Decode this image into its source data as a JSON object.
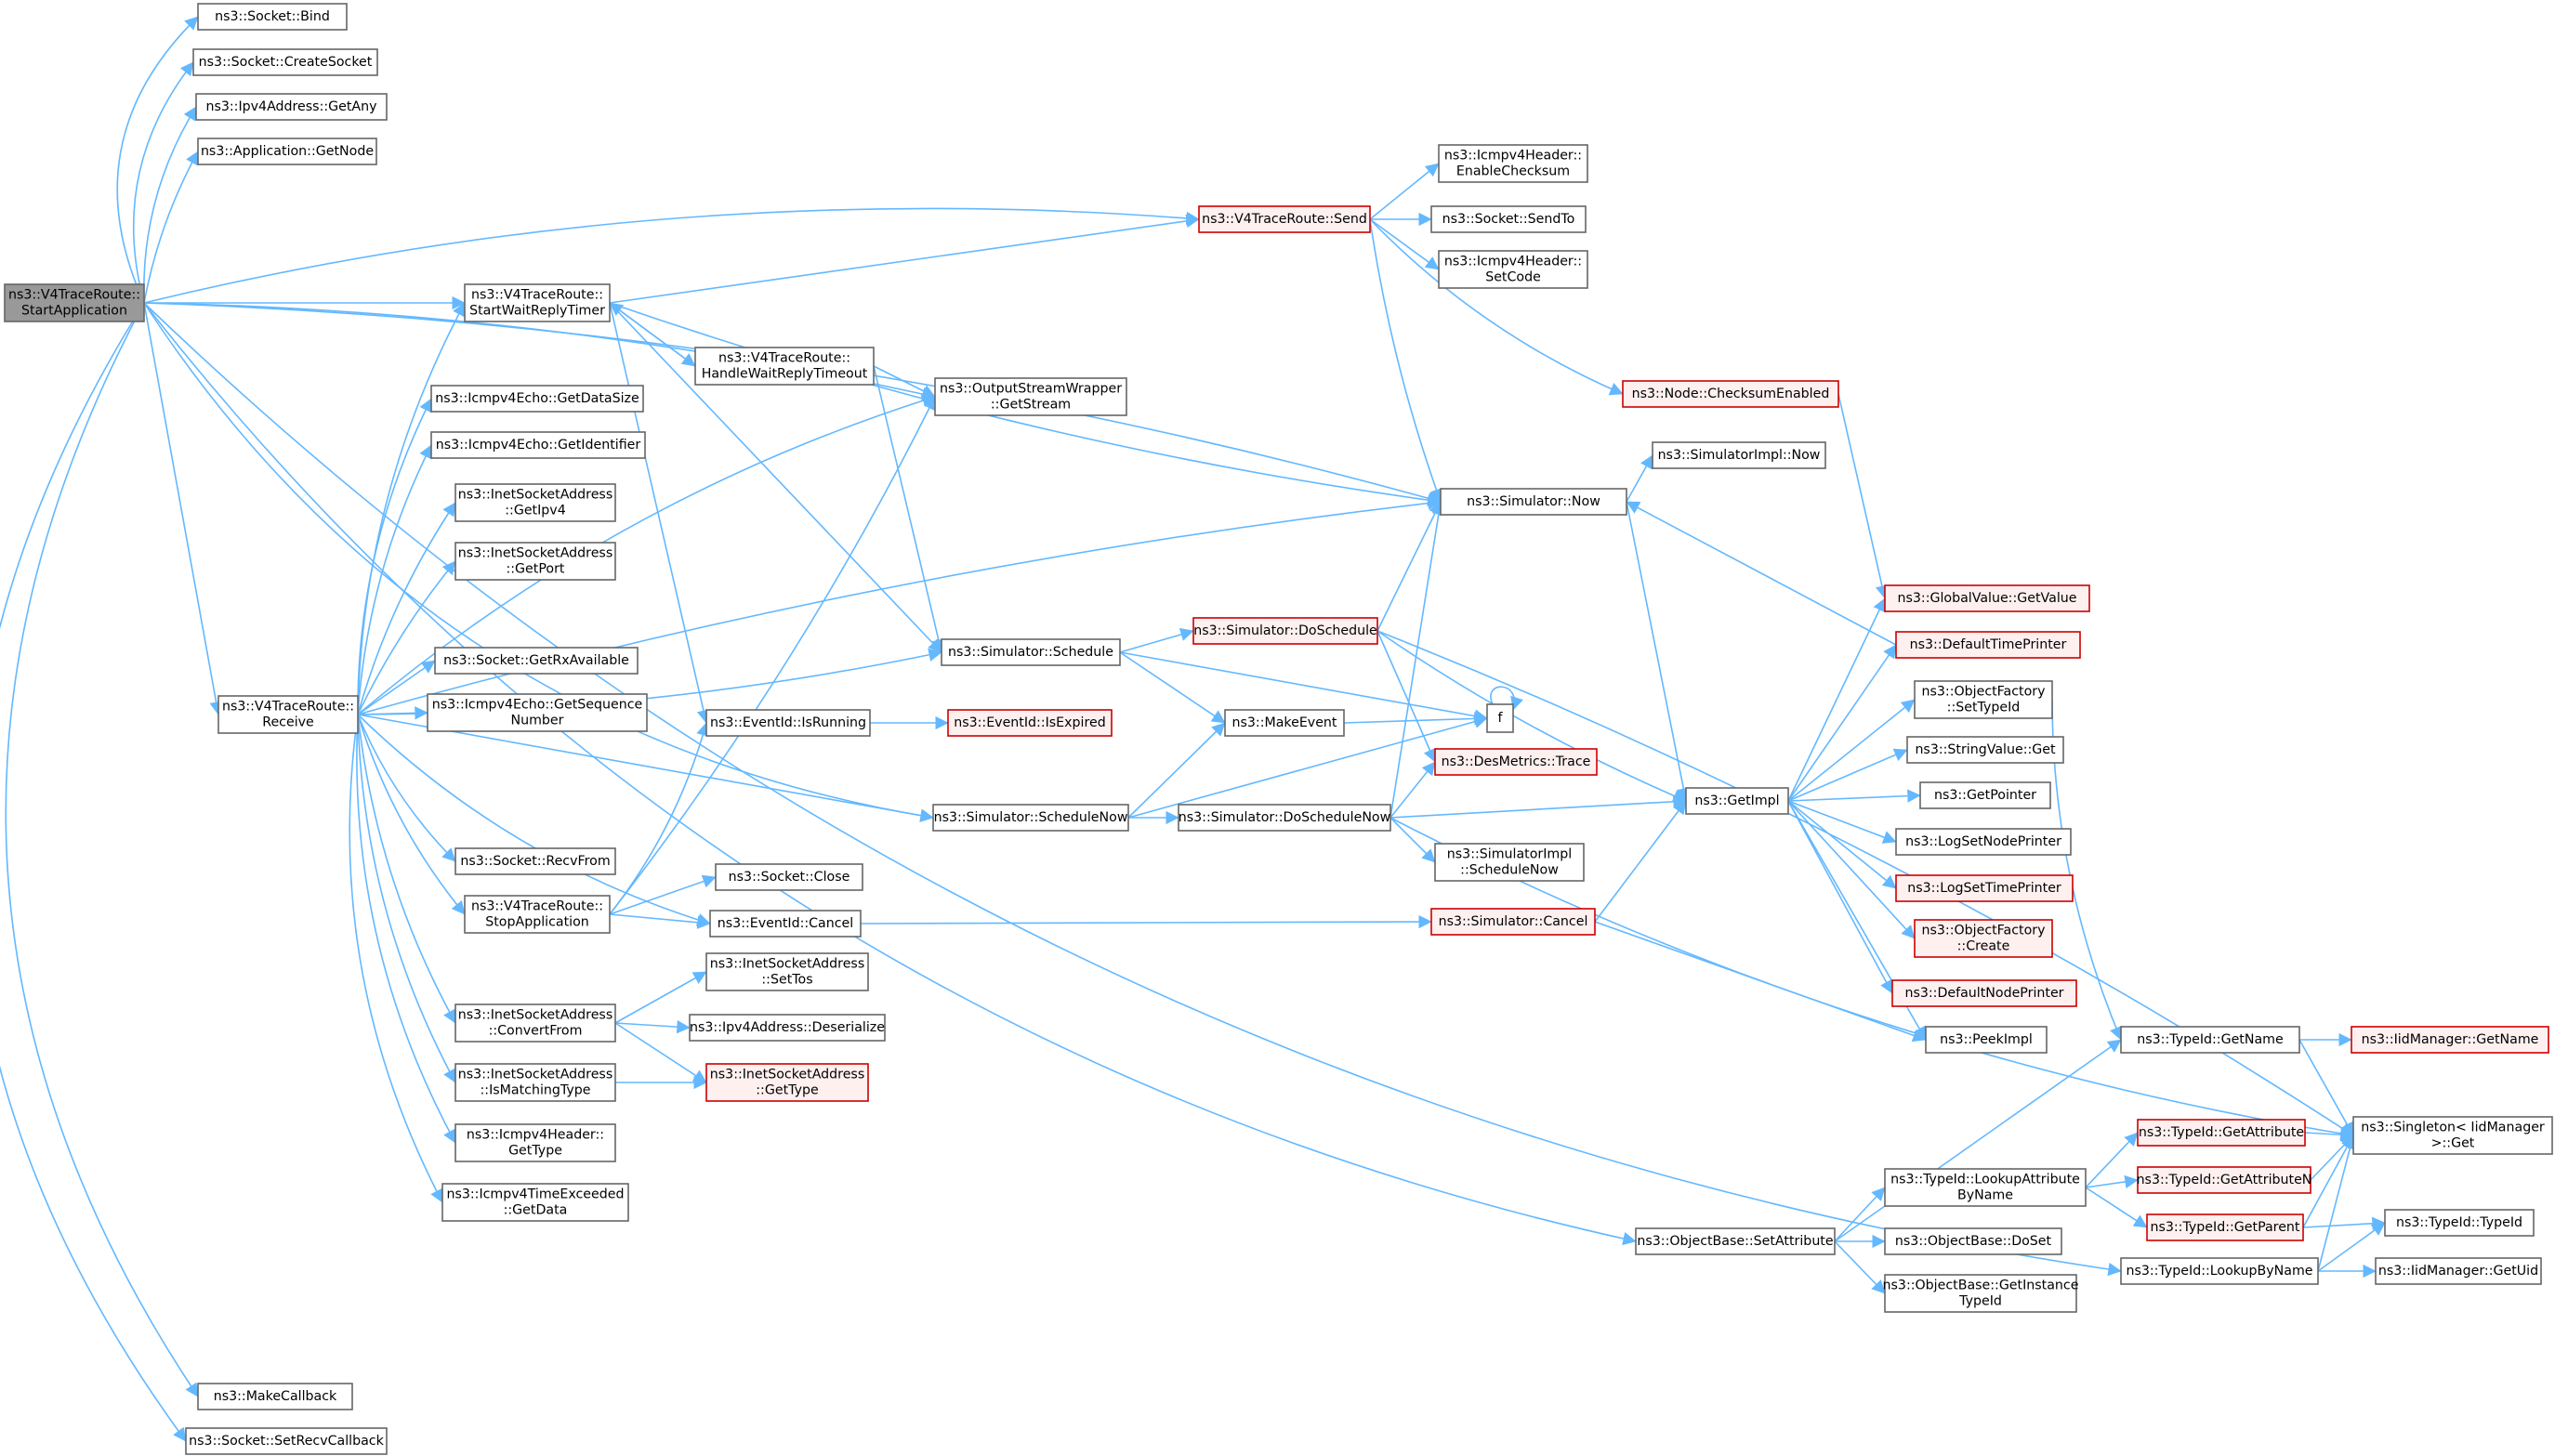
{
  "graph": {
    "colors": {
      "edge": "#63b8ff",
      "box_border": "#666666",
      "root_fill": "#999999",
      "red_border": "#cc0000",
      "red_fill": "#fff0f0"
    },
    "nodes": [
      {
        "id": "root",
        "lines": [
          "ns3::V4TraceRoute::",
          "StartApplication"
        ],
        "style": "root"
      },
      {
        "id": "bind",
        "lines": [
          "ns3::Socket::Bind"
        ]
      },
      {
        "id": "createsocket",
        "lines": [
          "ns3::Socket::CreateSocket"
        ]
      },
      {
        "id": "getany",
        "lines": [
          "ns3::Ipv4Address::GetAny"
        ]
      },
      {
        "id": "getnode",
        "lines": [
          "ns3::Application::GetNode"
        ]
      },
      {
        "id": "startwait",
        "lines": [
          "ns3::V4TraceRoute::",
          "StartWaitReplyTimer"
        ]
      },
      {
        "id": "receive",
        "lines": [
          "ns3::V4TraceRoute::",
          "Receive"
        ]
      },
      {
        "id": "makecallback",
        "lines": [
          "ns3::MakeCallback"
        ]
      },
      {
        "id": "setrecvcb",
        "lines": [
          "ns3::Socket::SetRecvCallback"
        ]
      },
      {
        "id": "handlewait",
        "lines": [
          "ns3::V4TraceRoute::",
          "HandleWaitReplyTimeout"
        ]
      },
      {
        "id": "getdatasize",
        "lines": [
          "ns3::Icmpv4Echo::GetDataSize"
        ]
      },
      {
        "id": "getidentifier",
        "lines": [
          "ns3::Icmpv4Echo::GetIdentifier"
        ]
      },
      {
        "id": "getipv4",
        "lines": [
          "ns3::InetSocketAddress",
          "::GetIpv4"
        ]
      },
      {
        "id": "getport",
        "lines": [
          "ns3::InetSocketAddress",
          "::GetPort"
        ]
      },
      {
        "id": "getrxavail",
        "lines": [
          "ns3::Socket::GetRxAvailable"
        ]
      },
      {
        "id": "getseq",
        "lines": [
          "ns3::Icmpv4Echo::GetSequence",
          "Number"
        ]
      },
      {
        "id": "recvfrom",
        "lines": [
          "ns3::Socket::RecvFrom"
        ]
      },
      {
        "id": "stopapp",
        "lines": [
          "ns3::V4TraceRoute::",
          "StopApplication"
        ]
      },
      {
        "id": "convertfrom",
        "lines": [
          "ns3::InetSocketAddress",
          "::ConvertFrom"
        ]
      },
      {
        "id": "ismatching",
        "lines": [
          "ns3::InetSocketAddress",
          "::IsMatchingType"
        ]
      },
      {
        "id": "icmpgettype",
        "lines": [
          "ns3::Icmpv4Header::",
          "GetType"
        ]
      },
      {
        "id": "timeexceeded",
        "lines": [
          "ns3::Icmpv4TimeExceeded",
          "::GetData"
        ]
      },
      {
        "id": "getstream",
        "lines": [
          "ns3::OutputStreamWrapper",
          "::GetStream"
        ]
      },
      {
        "id": "schedule",
        "lines": [
          "ns3::Simulator::Schedule"
        ]
      },
      {
        "id": "isrunning",
        "lines": [
          "ns3::EventId::IsRunning"
        ]
      },
      {
        "id": "isexpired",
        "lines": [
          "ns3::EventId::IsExpired"
        ],
        "style": "red"
      },
      {
        "id": "schedulenow",
        "lines": [
          "ns3::Simulator::ScheduleNow"
        ]
      },
      {
        "id": "sockclose",
        "lines": [
          "ns3::Socket::Close"
        ]
      },
      {
        "id": "evcancel",
        "lines": [
          "ns3::EventId::Cancel"
        ]
      },
      {
        "id": "settos",
        "lines": [
          "ns3::InetSocketAddress",
          "::SetTos"
        ]
      },
      {
        "id": "deserialize",
        "lines": [
          "ns3::Ipv4Address::Deserialize"
        ]
      },
      {
        "id": "inetgettype",
        "lines": [
          "ns3::InetSocketAddress",
          "::GetType"
        ],
        "style": "red"
      },
      {
        "id": "send",
        "lines": [
          "ns3::V4TraceRoute::Send"
        ],
        "style": "red"
      },
      {
        "id": "enablechecksum",
        "lines": [
          "ns3::Icmpv4Header::",
          "EnableChecksum"
        ]
      },
      {
        "id": "sendto",
        "lines": [
          "ns3::Socket::SendTo"
        ]
      },
      {
        "id": "setcode",
        "lines": [
          "ns3::Icmpv4Header::",
          "SetCode"
        ]
      },
      {
        "id": "checksumenabled",
        "lines": [
          "ns3::Node::ChecksumEnabled"
        ],
        "style": "red"
      },
      {
        "id": "simnow",
        "lines": [
          "ns3::Simulator::Now"
        ]
      },
      {
        "id": "implnow",
        "lines": [
          "ns3::SimulatorImpl::Now"
        ]
      },
      {
        "id": "doschedule",
        "lines": [
          "ns3::Simulator::DoSchedule"
        ],
        "style": "red"
      },
      {
        "id": "makeevent",
        "lines": [
          "ns3::MakeEvent"
        ]
      },
      {
        "id": "f",
        "lines": [
          "f"
        ]
      },
      {
        "id": "desmetrics",
        "lines": [
          "ns3::DesMetrics::Trace"
        ],
        "style": "red"
      },
      {
        "id": "doschedulenow",
        "lines": [
          "ns3::Simulator::DoScheduleNow"
        ]
      },
      {
        "id": "implschedulenow",
        "lines": [
          "ns3::SimulatorImpl",
          "::ScheduleNow"
        ]
      },
      {
        "id": "simcancel",
        "lines": [
          "ns3::Simulator::Cancel"
        ],
        "style": "red"
      },
      {
        "id": "getimpl",
        "lines": [
          "ns3::GetImpl"
        ]
      },
      {
        "id": "gvgetvalue",
        "lines": [
          "ns3::GlobalValue::GetValue"
        ],
        "style": "red"
      },
      {
        "id": "defaulttime",
        "lines": [
          "ns3::DefaultTimePrinter"
        ],
        "style": "red"
      },
      {
        "id": "ofsettypeid",
        "lines": [
          "ns3::ObjectFactory",
          "::SetTypeId"
        ]
      },
      {
        "id": "stringget",
        "lines": [
          "ns3::StringValue::Get"
        ]
      },
      {
        "id": "getpointer",
        "lines": [
          "ns3::GetPointer"
        ]
      },
      {
        "id": "lognodeprinter",
        "lines": [
          "ns3::LogSetNodePrinter"
        ]
      },
      {
        "id": "logtimeprinter",
        "lines": [
          "ns3::LogSetTimePrinter"
        ],
        "style": "red"
      },
      {
        "id": "ofcreate",
        "lines": [
          "ns3::ObjectFactory",
          "::Create"
        ],
        "style": "red"
      },
      {
        "id": "defaultnode",
        "lines": [
          "ns3::DefaultNodePrinter"
        ],
        "style": "red"
      },
      {
        "id": "peekimpl",
        "lines": [
          "ns3::PeekImpl"
        ]
      },
      {
        "id": "tidgetname",
        "lines": [
          "ns3::TypeId::GetName"
        ]
      },
      {
        "id": "iidgetname",
        "lines": [
          "ns3::IidManager::GetName"
        ],
        "style": "red"
      },
      {
        "id": "singleton",
        "lines": [
          "ns3::Singleton< IidManager",
          "&gt;::Get"
        ]
      },
      {
        "id": "tidgetattr",
        "lines": [
          "ns3::TypeId::GetAttribute"
        ],
        "style": "red"
      },
      {
        "id": "lookupattr",
        "lines": [
          "ns3::TypeId::LookupAttribute",
          "ByName"
        ]
      },
      {
        "id": "tidgetattrn",
        "lines": [
          "ns3::TypeId::GetAttributeN"
        ],
        "style": "red"
      },
      {
        "id": "tidgetparent",
        "lines": [
          "ns3::TypeId::GetParent"
        ],
        "style": "red"
      },
      {
        "id": "setattribute",
        "lines": [
          "ns3::ObjectBase::SetAttribute"
        ]
      },
      {
        "id": "doset",
        "lines": [
          "ns3::ObjectBase::DoSet"
        ]
      },
      {
        "id": "getinstancetid",
        "lines": [
          "ns3::ObjectBase::GetInstance",
          "TypeId"
        ]
      },
      {
        "id": "tidtypeid",
        "lines": [
          "ns3::TypeId::TypeId"
        ]
      },
      {
        "id": "lookupbyname",
        "lines": [
          "ns3::TypeId::LookupByName"
        ]
      },
      {
        "id": "iidgetuid",
        "lines": [
          "ns3::IidManager::GetUid"
        ]
      }
    ]
  }
}
